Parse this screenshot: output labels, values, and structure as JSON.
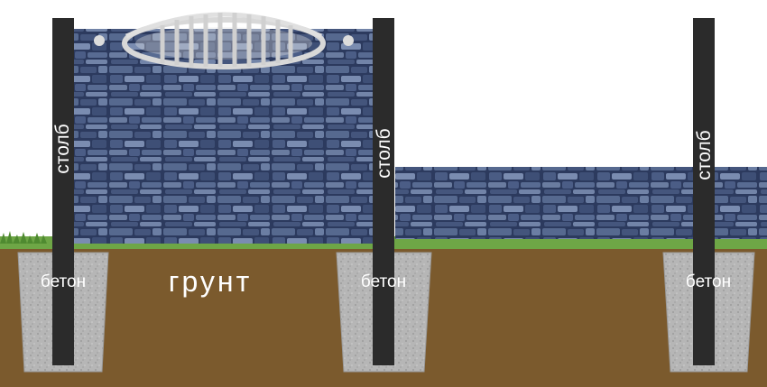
{
  "diagram": {
    "post_label": "столб",
    "concrete_label": "бетон",
    "soil_label": "грунт"
  },
  "colors": {
    "soil": "#7b5a2d",
    "post": "#2b2b2b",
    "concrete": "#b9b9b9",
    "stone": "#3a4a72",
    "grass": "#5a9a3a",
    "text": "#ffffff"
  }
}
